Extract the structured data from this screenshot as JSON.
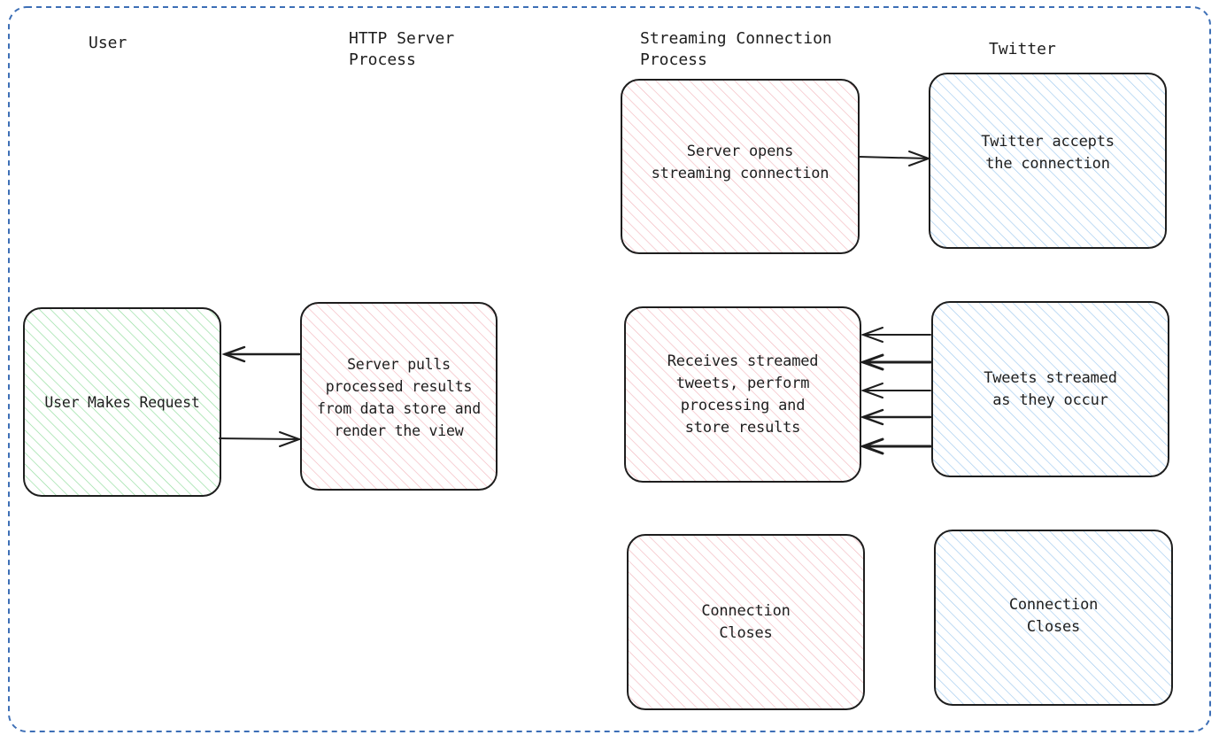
{
  "lanes": {
    "user": "User",
    "http_server": "HTTP Server\nProcess",
    "streaming": "Streaming Connection\nProcess",
    "twitter": "Twitter"
  },
  "boxes": {
    "user_request": "User Makes Request",
    "server_pulls": "Server pulls\nprocessed results\nfrom data store and\nrender the view",
    "server_opens": "Server opens\nstreaming connection",
    "twitter_accepts": "Twitter accepts\nthe connection",
    "receives_tweets": "Receives streamed\ntweets, perform\nprocessing and\nstore results",
    "tweets_streamed": "Tweets streamed\nas they occur",
    "connection_closes_server": "Connection\nCloses",
    "connection_closes_twitter": "Connection\nCloses"
  },
  "colors": {
    "stroke": "#1e1e1e",
    "frame": "#3d6fb6",
    "green_hatch": "#8fdc9b",
    "red_hatch": "#f3b8be",
    "blue_hatch": "#9ec9ef"
  }
}
